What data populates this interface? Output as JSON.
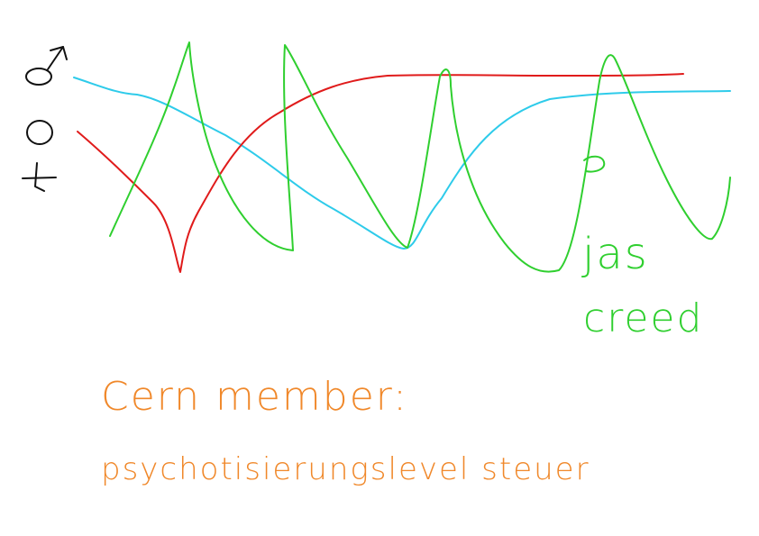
{
  "colors": {
    "background": "#ffffff",
    "axis_symbols": "#111111",
    "red_curve": "#e01b1b",
    "cyan_curve": "#2ecbea",
    "green_curve": "#2fcf2f",
    "caption_orange": "#f0882a"
  },
  "symbols": {
    "male_icon": "male-symbol-icon",
    "zero_icon": "circle-zero-icon",
    "plus_icon": "plus-symbol-icon"
  },
  "green_label": {
    "line1": "jas",
    "line2": "creed"
  },
  "caption": {
    "line1": "Cern member:",
    "line2": "psychotisierungslevel steuer"
  }
}
